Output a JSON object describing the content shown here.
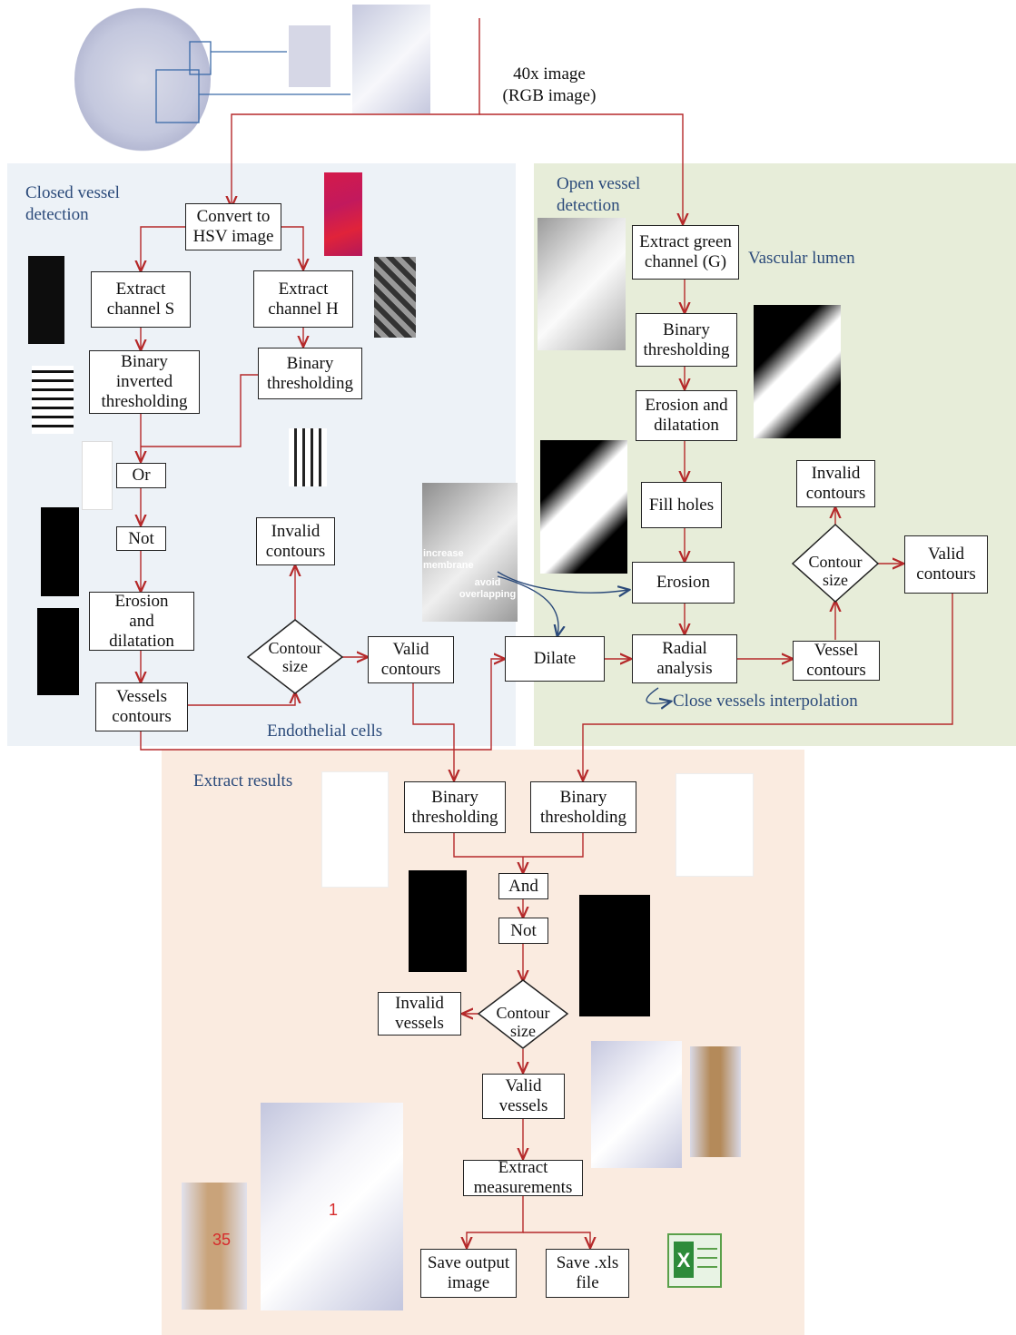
{
  "colors": {
    "arrow": "#b5292a",
    "closed_panel": "#edf2f7",
    "open_panel": "#e7edd9",
    "results_panel": "#faebe0",
    "section_label": "#2b4a7a",
    "annotation_arrow": "#2b4a7a"
  },
  "input": {
    "label": "40x image\n(RGB image)"
  },
  "closed": {
    "title": "Closed vessel\ndetection",
    "convert": "Convert to\nHSV image",
    "extract_s": "Extract\nchannel S",
    "extract_h": "Extract\nchannel H",
    "binary_inverted": "Binary\ninverted\nthresholding",
    "binary_h": "Binary\nthresholding",
    "or": "Or",
    "not": "Not",
    "erosion_dilatation": "Erosion\nand\ndilatation",
    "vessels_contours": "Vessels\ncontours",
    "contour_size": "Contour\nsize",
    "invalid_contours": "Invalid\ncontours",
    "valid_contours": "Valid\ncontours",
    "endothelial": "Endothelial cells"
  },
  "open": {
    "title": "Open vessel\ndetection",
    "extract_green": "Extract green\nchannel (G)",
    "vascular_lumen": "Vascular lumen",
    "binary": "Binary\nthresholding",
    "erosion_dilatation": "Erosion and\ndilatation",
    "fill_holes": "Fill holes",
    "erosion": "Erosion",
    "dilate": "Dilate",
    "radial": "Radial\nanalysis",
    "vessel_contours": "Vessel\ncontours",
    "contour_size": "Contour\nsize",
    "invalid_contours": "Invalid\ncontours",
    "valid_contours": "Valid\ncontours",
    "interp": "Close vessels interpolation"
  },
  "annotation": {
    "increase": "increase\nmembrane",
    "avoid": "avoid\noverlapping"
  },
  "results": {
    "title": "Extract results",
    "binary_left": "Binary\nthresholding",
    "binary_right": "Binary\nthresholding",
    "and": "And",
    "not": "Not",
    "contour_size": "Contour\nsize",
    "invalid_vessels": "Invalid\nvessels",
    "valid_vessels": "Valid\nvessels",
    "extract_measurements": "Extract\nmeasurements",
    "save_output": "Save output\nimage",
    "save_xls": "Save .xls\nfile",
    "vessel_id_1": "1",
    "vessel_id_35": "35"
  },
  "icons": [
    "tissue-core-icon",
    "excel-icon"
  ]
}
